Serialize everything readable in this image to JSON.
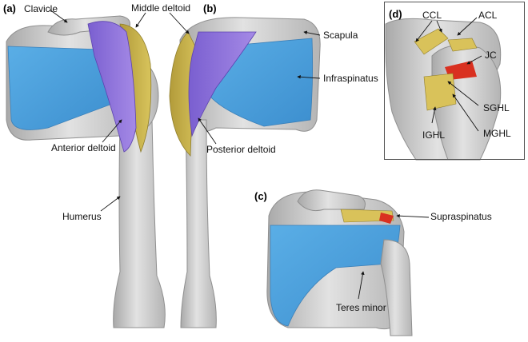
{
  "panels": {
    "a": "(a)",
    "b": "(b)",
    "c": "(c)",
    "d": "(d)"
  },
  "labels": {
    "clavicle": "Clavicle",
    "middle_deltoid": "Middle deltoid",
    "scapula": "Scapula",
    "infraspinatus": "Infraspinatus",
    "anterior_deltoid": "Anterior deltoid",
    "posterior_deltoid": "Posterior deltoid",
    "humerus": "Humerus",
    "supraspinatus": "Supraspinatus",
    "teres_minor": "Teres minor",
    "ccl": "CCL",
    "acl": "ACL",
    "jc": "JC",
    "sghl": "SGHL",
    "mghl": "MGHL",
    "ighl": "IGHL"
  },
  "colors": {
    "bone": "#cfcfcf",
    "bone_shadow": "#9e9e9e",
    "deltoid_anterior": "#8b6fd6",
    "deltoid_middle": "#c8b34a",
    "rotator_cuff": "#4a9fdc",
    "ligament": "#d9c25a",
    "joint_capsule": "#d93020"
  }
}
